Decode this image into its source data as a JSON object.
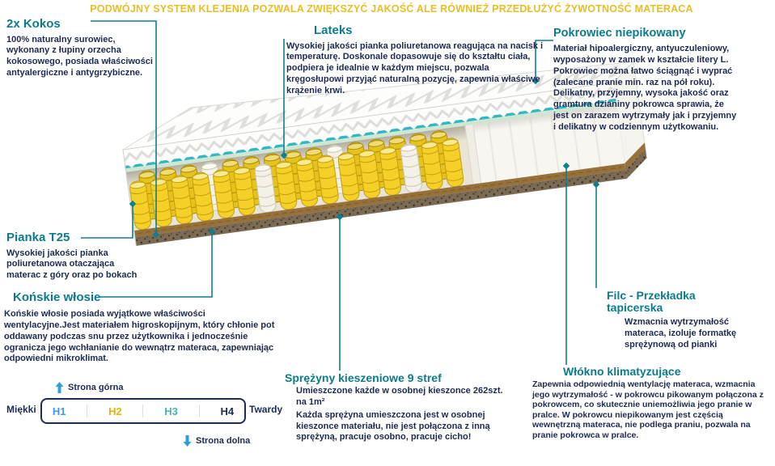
{
  "header": {
    "text": "PODWÓJNY SYSTEM KLEJENIA POZWALA ZWIĘKSZYĆ JAKOŚĆ ALE RÓWNIEŻ PRZEDŁUŻYĆ ŻYWOTNOŚĆ MATERACA"
  },
  "annotations": {
    "kokos": {
      "title": "2x Kokos",
      "body": "100% naturalny surowiec, wykonany z łupiny orzecha kokosowego, posiada właściwości antyalergiczne i antygrzybiczne."
    },
    "lateks": {
      "title": "Lateks",
      "body": "Wysokiej jakości pianka poliuretanowa reagująca na nacisk i temperaturę. Doskonale dopasowuje się do kształtu ciała, podpiera je idealnie w każdym miejscu, pozwala kręgosłupowi przyjąć naturalną pozycję, zapewnia właściwe krążenie krwi."
    },
    "pokrowiec": {
      "title": "Pokrowiec niepikowany",
      "body": "Materiał hipoalergiczny, antyuczuleniowy, wyposażony w zamek w kształcie litery L. Pokrowiec można łatwo ściągnąć i wyprać (zalecane pranie min. raz na pół roku). Delikatny, przyjemny, wysoka jakość oraz gramtura dzianiny pokrowca sprawia, że jest on zarazem wytrzymały jak i przyjemny i delikatny w codziennym użytkowaniu."
    },
    "pianka": {
      "title": "Pianka T25",
      "body": "Wysokiej jakości pianka poliuretanowa otaczająca materac z góry oraz po bokach"
    },
    "konskie": {
      "title": "Końskie włosie",
      "body": "Końskie włosie posiada wyjątkowe właściwości wentylacyjne.Jest materiałem higroskopijnym, który chłonie pot oddawany podczas snu przez użytkownika i jednocześnie ogranicza jego wchłanianie do wewnątrz materaca, zapewniając odpowiedni mikroklimat."
    },
    "sprezyny": {
      "title": "Sprężyny kieszeniowe 9 stref",
      "body1": "Umieszczone każde w osobnej kieszonce 262szt. na 1m²",
      "body2": "Każda sprężyna umieszczona jest w osobnej kieszonce materiału, nie jest połączona z inną sprężyną, pracuje osobno, pracuje cicho!"
    },
    "filc": {
      "title": "Filc - Przekładka tapicerska",
      "body": "Wzmacnia wytrzymałość materaca, izoluje formatkę sprężynową od pianki"
    },
    "wlokno": {
      "title": "Włókno klimatyzujące",
      "body": "Zapewnia odpowiednią wentylację materaca, wzmacnia jego wytrzymałość - w pokrowcu pikowanym połączona z pokrowcem, co skutecznie uniemożliwia jego pranie w pralce. W pokrowcu niepikowanym jest częścią wewnętrzną materaca, nie podlega praniu, pozwala na pranie pokrowca w pralce."
    }
  },
  "hardness_scale": {
    "upper_side": "Strona górna",
    "lower_side": "Strona dolna",
    "soft": "Miękki",
    "hard": "Twardy",
    "levels": [
      {
        "label": "H1",
        "color": "#3d9ae8"
      },
      {
        "label": "H2",
        "color": "#e3b20e"
      },
      {
        "label": "H3",
        "color": "#45b5ae"
      },
      {
        "label": "H4",
        "color": "#1b2f55"
      }
    ]
  },
  "colors": {
    "accent_teal": "#0c7b8a",
    "header_yellow": "#e9be24",
    "body_navy": "#1d2b50",
    "spring_yellow": "#f4d028",
    "arrow_blue": "#2e9fd4"
  }
}
